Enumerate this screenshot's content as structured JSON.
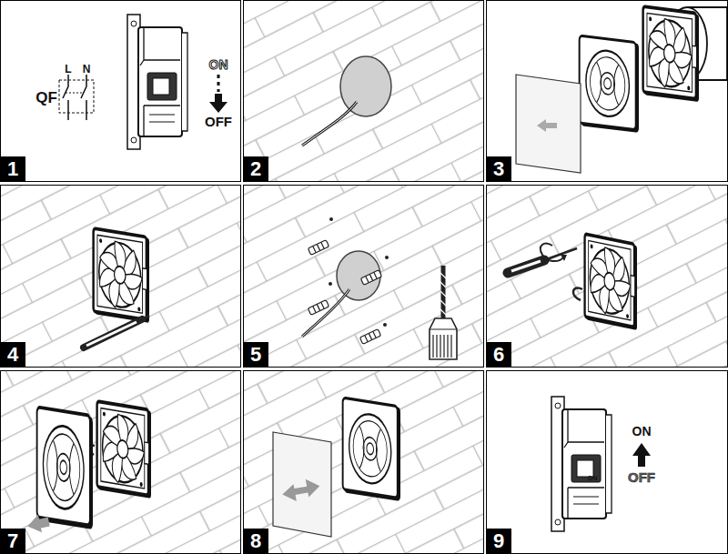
{
  "diagram": {
    "nodes": [
      {
        "text": [
          "1"
        ]
      },
      {
        "text": [
          "2"
        ]
      },
      {
        "text": [
          "3"
        ]
      },
      {
        "text": [
          "4"
        ]
      },
      {
        "text": [
          "5"
        ]
      },
      {
        "text": [
          "6"
        ]
      },
      {
        "text": [
          "7"
        ]
      },
      {
        "text": [
          "8"
        ]
      },
      {
        "text": [
          "9"
        ]
      }
    ],
    "labels": [
      "L",
      "N",
      "QF",
      "ON",
      "OFF",
      "ON",
      "ON",
      "OFF"
    ]
  }
}
